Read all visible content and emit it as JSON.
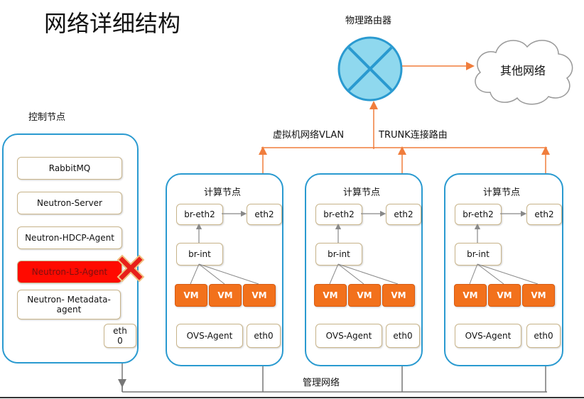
{
  "title": "网络详细结构",
  "router_label": "物理路由器",
  "other_network": "其他网络",
  "control_node": {
    "label": "控制节点",
    "services": [
      "RabbitMQ",
      "Neutron-Server",
      "Neutron-HDCP-Agent",
      "Neutron-L3-Agent",
      "Neutron- Metadata-agent"
    ],
    "failed_service": "Neutron-L3-Agent",
    "eth0": "eth 0"
  },
  "vlan_label": "虚拟机网络VLAN",
  "trunk_label": "TRUNK连接路由",
  "mgmt_label": "管理网络",
  "compute_nodes": [
    {
      "title": "计算节点",
      "br_eth2": "br-eth2",
      "eth2": "eth2",
      "br_int": "br-int",
      "vms": [
        "VM",
        "VM",
        "VM"
      ],
      "agent": "OVS-Agent",
      "eth0": "eth0"
    },
    {
      "title": "计算节点",
      "br_eth2": "br-eth2",
      "eth2": "eth2",
      "br_int": "br-int",
      "vms": [
        "VM",
        "VM",
        "VM"
      ],
      "agent": "OVS-Agent",
      "eth0": "eth0"
    },
    {
      "title": "计算节点",
      "br_eth2": "br-eth2",
      "eth2": "eth2",
      "br_int": "br-int",
      "vms": [
        "VM",
        "VM",
        "VM"
      ],
      "agent": "OVS-Agent",
      "eth0": "eth0"
    }
  ],
  "colors": {
    "panel_border": "#2a9ad0",
    "uplink": "#f07d3c",
    "vm": "#f2711c",
    "failed": "#ff0a00"
  }
}
